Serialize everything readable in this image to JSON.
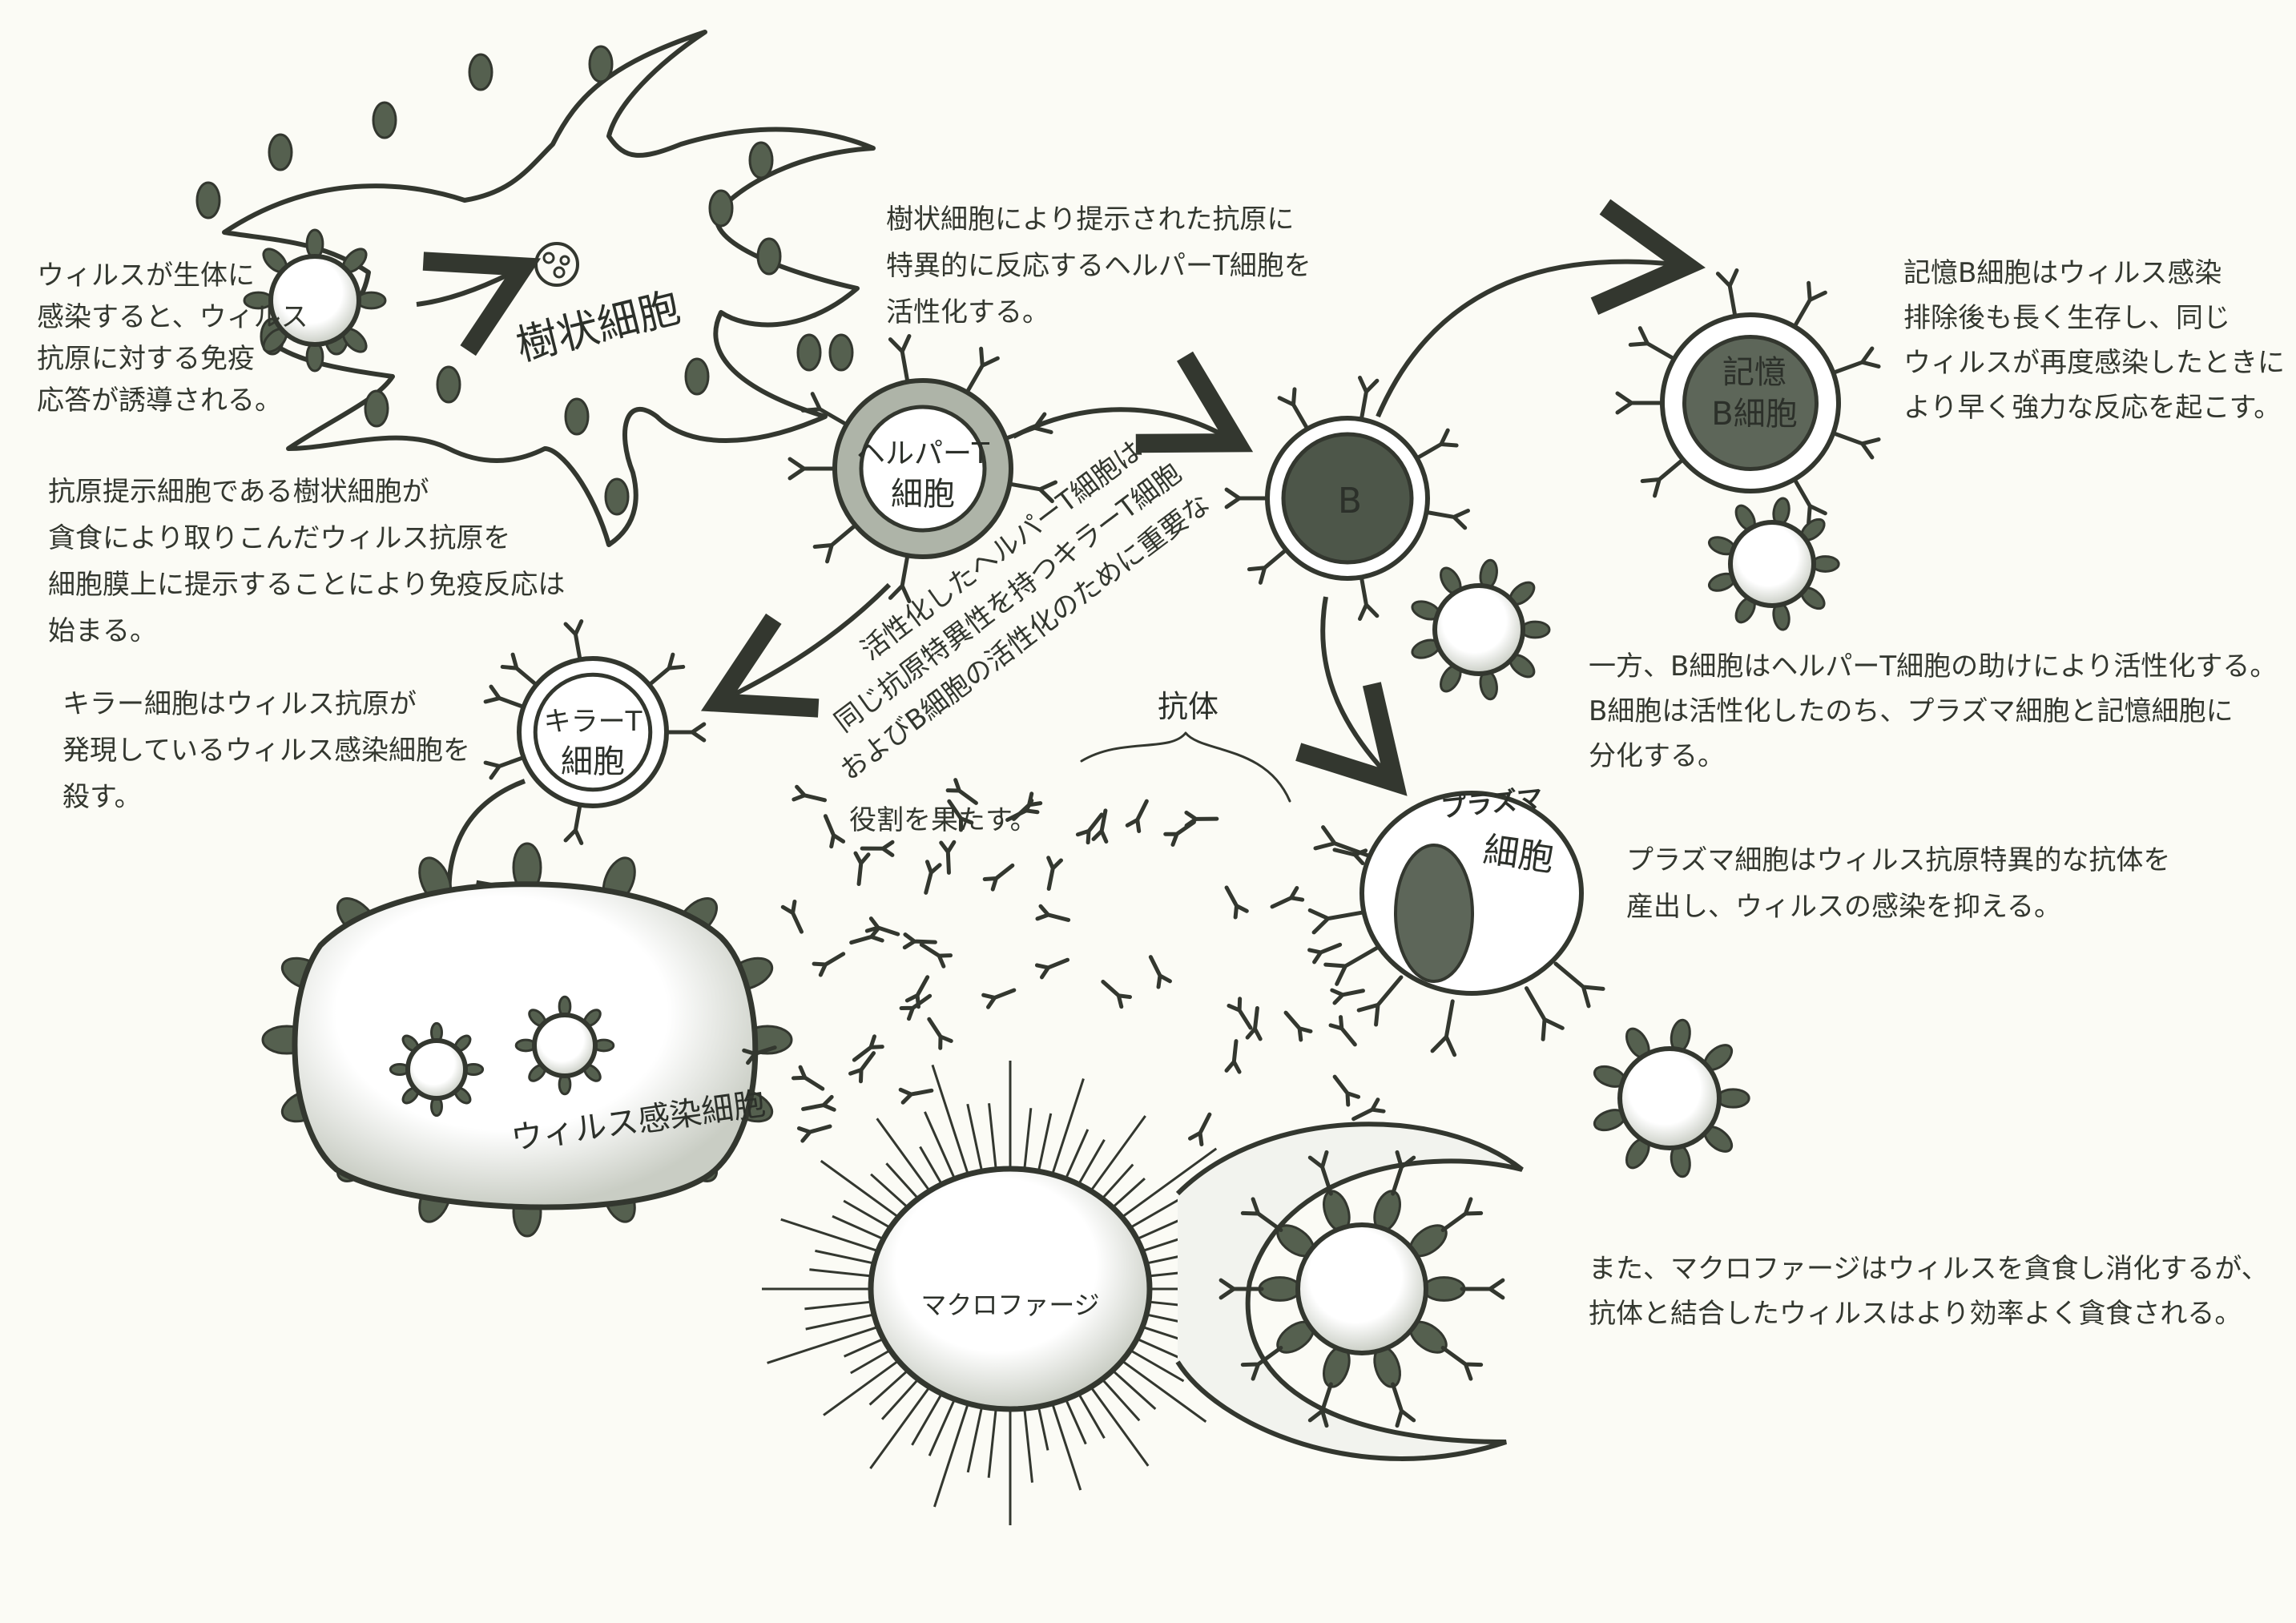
{
  "colors": {
    "paper": "#fbfbf5",
    "ink": "#33372f",
    "fill": "#55604f",
    "shade": "#8c9486"
  },
  "labels": {
    "dendritic": "樹状細胞",
    "helper_1": "ヘルパーT",
    "helper_2": "細胞",
    "b_cell": "B",
    "memory_1": "記憶",
    "memory_2": "B細胞",
    "killer_1": "キラーT",
    "killer_2": "細胞",
    "plasma_1": "プラズマ",
    "plasma_2": "細胞",
    "infected": "ウィルス感染細胞",
    "macrophage": "マクロファージ",
    "antibody": "抗体"
  },
  "notes": [
    {
      "lines": [
        "ウィルスが生体に",
        "感染すると、ウィルス",
        "抗原に対する免疫",
        "応答が誘導される。"
      ]
    },
    {
      "lines": [
        "抗原提示細胞である樹状細胞が",
        "貪食により取りこんだウィルス抗原を",
        "細胞膜上に提示することにより免疫反応は",
        "始まる。"
      ]
    },
    {
      "lines": [
        "キラー細胞はウィルス抗原が",
        "発現しているウィルス感染細胞を",
        "殺す。"
      ]
    },
    {
      "lines": [
        "樹状細胞により提示された抗原に",
        "特異的に反応するヘルパーT細胞を",
        "活性化する。"
      ]
    },
    {
      "lines": [
        "記憶B細胞はウィルス感染",
        "排除後も長く生存し、同じ",
        "ウィルスが再度感染したときに",
        "より早く強力な反応を起こす。"
      ]
    },
    {
      "lines": [
        "一方、B細胞はヘルパーT細胞の助けにより活性化する。",
        "B細胞は活性化したのち、プラズマ細胞と記憶細胞に",
        "分化する。"
      ]
    },
    {
      "lines": [
        "プラズマ細胞はウィルス抗原特異的な抗体を",
        "産出し、ウィルスの感染を抑える。"
      ]
    },
    {
      "lines": [
        "また、マクロファージはウィルスを貪食し消化するが、",
        "抗体と結合したウィルスはより効率よく貪食される。"
      ]
    },
    {
      "lines": [
        "活性化したヘルパーT細胞は",
        "同じ抗原特異性を持つキラーT細胞",
        "およびB細胞の活性化のために重要な",
        "役割を果たす。"
      ]
    }
  ]
}
